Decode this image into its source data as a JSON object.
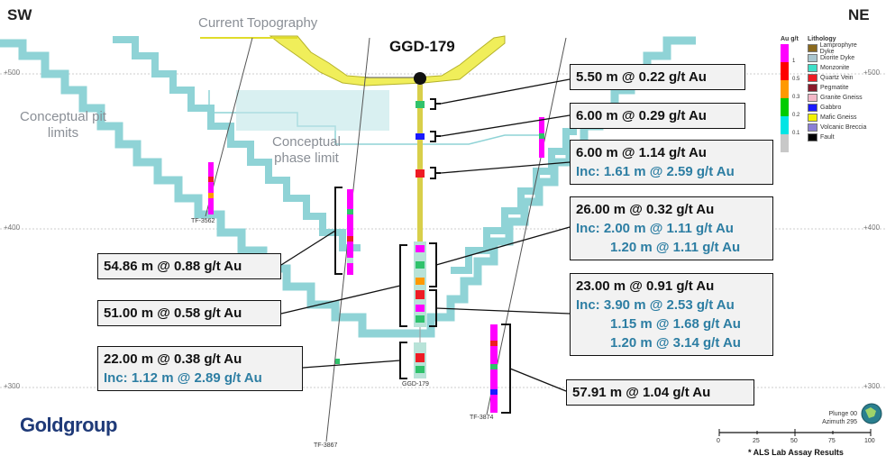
{
  "orientation": {
    "left": "SW",
    "right": "NE"
  },
  "hole_title": "GGD-179",
  "labels": {
    "topography": "Current Topography",
    "pit_limits": "Conceptual pit limits",
    "phase_limit": "Conceptual phase limit"
  },
  "elevations": {
    "e500": "+500",
    "e400": "+400",
    "e300": "+300"
  },
  "hole_labels": {
    "tf3562": "TF-3562",
    "tf3867": "TF-3867",
    "tf3874": "TF-3874",
    "ggd179": "GGD-179"
  },
  "intercepts": {
    "i1": {
      "main": "5.50 m @ 0.22 g/t Au"
    },
    "i2": {
      "main": "6.00 m @ 0.29 g/t Au"
    },
    "i3": {
      "main": "6.00 m @ 1.14 g/t Au",
      "inc": [
        "Inc: 1.61 m @ 2.59 g/t Au"
      ]
    },
    "i4": {
      "main": "26.00 m @ 0.32 g/t Au",
      "inc": [
        "Inc: 2.00 m @ 1.11 g/t Au",
        "1.20 m @ 1.11 g/t Au"
      ]
    },
    "i5": {
      "main": "23.00 m @ 0.91 g/t Au",
      "inc": [
        "Inc: 3.90 m @ 2.53 g/t Au",
        "1.15 m @ 1.68 g/t Au",
        "1.20 m @ 3.14 g/t Au"
      ]
    },
    "i6": {
      "main": "57.91 m @ 1.04 g/t Au"
    },
    "i7": {
      "main": "54.86 m @ 0.88 g/t Au"
    },
    "i8": {
      "main": "51.00 m @ 0.58 g/t Au"
    },
    "i9": {
      "main": "22.00 m @ 0.38 g/t Au",
      "inc": [
        "Inc: 1.12 m @ 2.89 g/t Au"
      ]
    }
  },
  "legend": {
    "grade_header": "Au g/t",
    "grade_values": [
      "1",
      "0.5",
      "0.3",
      "0.2",
      "0.1"
    ],
    "grade_colors": [
      "#ff00ff",
      "#ff0000",
      "#ff9900",
      "#00cc00",
      "#00e5e5",
      "#c8c8c8"
    ],
    "lithology_header": "Lithology",
    "lithology": [
      {
        "name": "Lamprophyre Dyke",
        "color": "#8b6a1e"
      },
      {
        "name": "Diorite Dyke",
        "color": "#a9c6cf"
      },
      {
        "name": "Monzonite",
        "color": "#3ee0c9"
      },
      {
        "name": "Quartz Vein",
        "color": "#ee1c24"
      },
      {
        "name": "Pegmatite",
        "color": "#8b1a2b"
      },
      {
        "name": "Granite Gneiss",
        "color": "#f4b8c8"
      },
      {
        "name": "Gabbro",
        "color": "#1a1aff"
      },
      {
        "name": "Mafic Gneiss",
        "color": "#f2f200"
      },
      {
        "name": "Volcanic Breccia",
        "color": "#8a7fd6"
      },
      {
        "name": "Fault",
        "color": "#000000"
      }
    ]
  },
  "view": {
    "plunge": "Plunge 00",
    "azimuth": "Azimuth 295"
  },
  "scale": {
    "ticks": [
      "0",
      "25",
      "50",
      "75",
      "100"
    ]
  },
  "logo": "Goldgroup",
  "footnote": "* ALS Lab Assay Results",
  "colors": {
    "pit": "#8fd3d6",
    "topo": "#f0ee5a",
    "inc_text": "#2d7ea3"
  }
}
